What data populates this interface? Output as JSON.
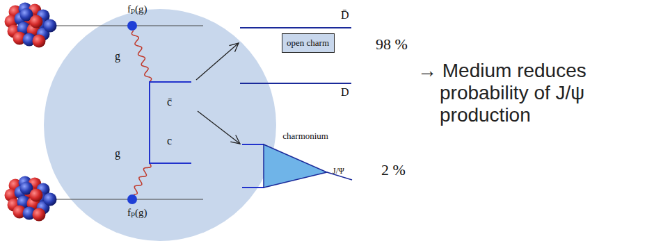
{
  "diagram": {
    "nodes": [
      {
        "text": [
          "open charm"
        ]
      },
      {
        "text": [
          "charmonium"
        ]
      }
    ],
    "labels": [
      "fₚ(g)",
      "g",
      "c̄",
      "c",
      "g",
      "fₚ(g)",
      "D̄",
      "D",
      "J/Ψ",
      "98 %",
      "2 %",
      "→ Medium reduces probability of J/ψ production"
    ]
  }
}
